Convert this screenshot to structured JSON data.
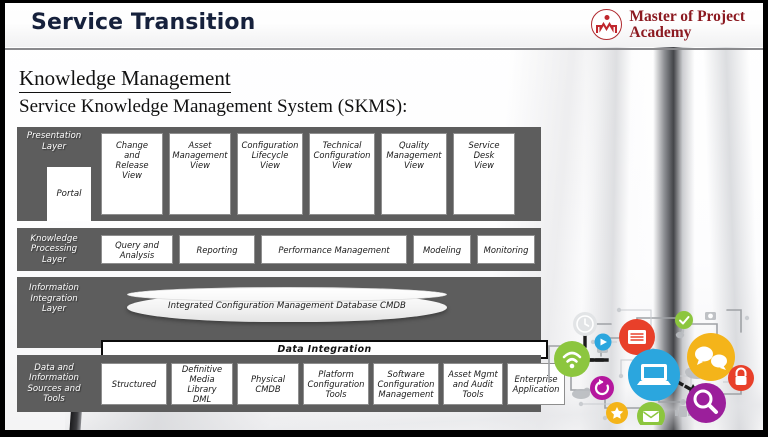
{
  "header": {
    "slide_title": "Service Transition",
    "logo_line1": "Master of Project",
    "logo_line2": "Academy",
    "logo_color": "#8c1a21"
  },
  "headings": {
    "section": "Knowledge Management",
    "subsection": "Service Knowledge Management System (SKMS):"
  },
  "diagram": {
    "band_color": "#5d5d5d",
    "box_color": "#ffffff",
    "layers": [
      {
        "id": "presentation",
        "label": "Presentation\nLayer",
        "nested_box": "Portal",
        "boxes": [
          "Change\nand\nRelease\nView",
          "Asset\nManagement\nView",
          "Configuration\nLifecycle\nView",
          "Technical\nConfiguration\nView",
          "Quality\nManagement\nView",
          "Service\nDesk\nView"
        ]
      },
      {
        "id": "knowledge-processing",
        "label": "Knowledge\nProcessing\nLayer",
        "boxes": [
          "Query and\nAnalysis",
          "Reporting",
          "Performance Management",
          "Modeling",
          "Monitoring"
        ]
      },
      {
        "id": "information-integration",
        "label": "Information\nIntegration\nLayer",
        "cylinder": "Integrated Configuration Management Database CMDB",
        "bar": "Data Integration"
      },
      {
        "id": "data-sources",
        "label": "Data and\nInformation\nSources and\nTools",
        "boxes": [
          "Structured",
          "Definitive\nMedia\nLibrary\nDML",
          "Physical\nCMDB",
          "Platform\nConfiguration\nTools",
          "Software\nConfiguration\nManagement",
          "Asset Mgmt\nand Audit\nTools",
          "Enterprise\nApplication"
        ]
      }
    ]
  },
  "illustration": {
    "name": "network-connectivity-graphic",
    "nodes": [
      {
        "icon": "laptop-icon",
        "color": "#2ba6de"
      },
      {
        "icon": "document-icon",
        "color": "#e8402a"
      },
      {
        "icon": "chat-bubbles-icon",
        "color": "#f4b41a"
      },
      {
        "icon": "wifi-icon",
        "color": "#8cc63e"
      },
      {
        "icon": "search-icon",
        "color": "#9b1f9b"
      },
      {
        "icon": "refresh-icon",
        "color": "#b5179e"
      },
      {
        "icon": "lock-icon",
        "color": "#e8402a"
      },
      {
        "icon": "envelope-icon",
        "color": "#8cc63e"
      },
      {
        "icon": "star-badge-icon",
        "color": "#f4b41a"
      },
      {
        "icon": "check-circle-icon",
        "color": "#8cc63e"
      },
      {
        "icon": "clock-icon",
        "color": "#dcdcdc"
      },
      {
        "icon": "play-circle-icon",
        "color": "#2ba6de"
      },
      {
        "icon": "music-note-icon",
        "color": "#9a9a9a"
      },
      {
        "icon": "cloud-icon",
        "color": "#c8c8c8"
      },
      {
        "icon": "camera-icon",
        "color": "#b0b0b0"
      },
      {
        "icon": "robot-icon",
        "color": "#b0b0b0"
      },
      {
        "icon": "cloud-small-icon",
        "color": "#8f8f8f"
      }
    ]
  }
}
